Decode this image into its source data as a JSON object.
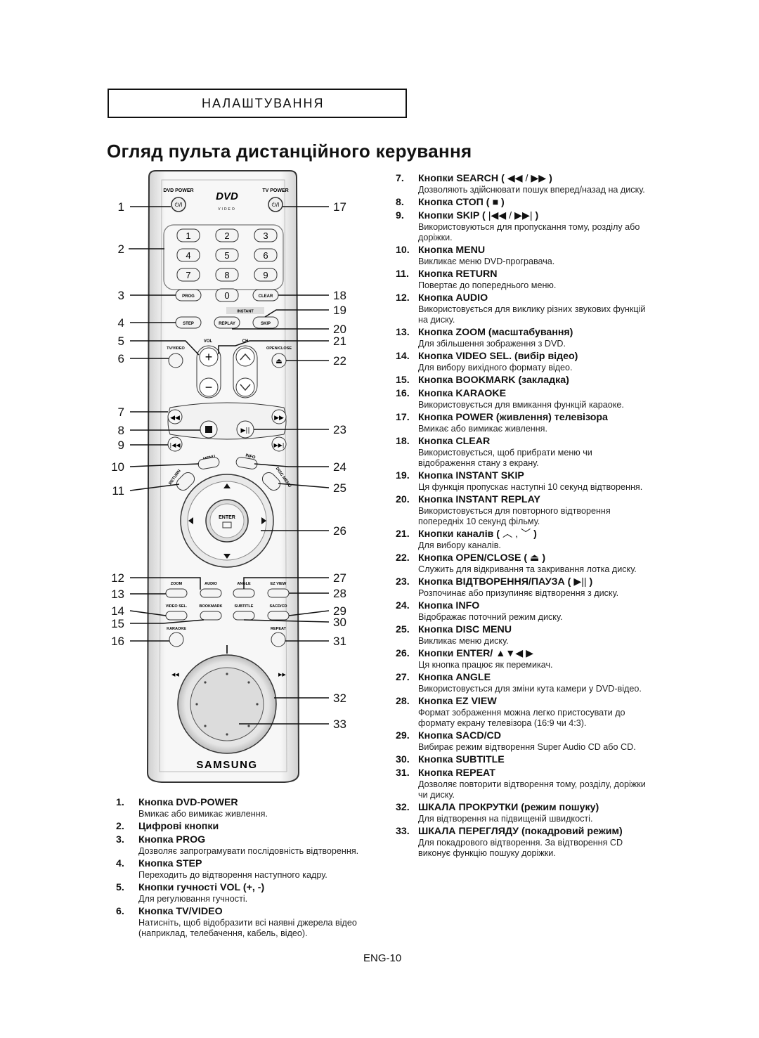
{
  "header": {
    "section": "Налаштування",
    "section_display": "НАЛАШТУВАННЯ",
    "title": "Огляд пульта дистанційного керування"
  },
  "remote": {
    "callouts_left": [
      "1",
      "2",
      "3",
      "4",
      "5",
      "6",
      "7",
      "8",
      "9",
      "10",
      "11",
      "12",
      "13",
      "14",
      "15",
      "16"
    ],
    "callouts_right": [
      "17",
      "18",
      "19",
      "20",
      "21",
      "22",
      "23",
      "24",
      "25",
      "26",
      "27",
      "28",
      "29",
      "30",
      "31",
      "32",
      "33"
    ],
    "labels": {
      "dvd_power": "DVD POWER",
      "tv_power": "TV POWER",
      "dvd_logo": "DVD",
      "video": "VIDEO",
      "digits": [
        "1",
        "2",
        "3",
        "4",
        "5",
        "6",
        "7",
        "8",
        "9",
        "0"
      ],
      "prog": "PROG",
      "clear": "CLEAR",
      "instant": "INSTANT",
      "step": "STEP",
      "replay": "REPLAY",
      "skip": "SKIP",
      "vol": "VOL",
      "ch": "CH",
      "tv_video": "TV/VIDEO",
      "open_close": "OPEN/CLOSE",
      "menu": "MENU",
      "info": "INFO",
      "return": "RETURN",
      "disc_menu": "DISC MENU",
      "enter": "ENTER",
      "zoom": "ZOOM",
      "audio": "AUDIO",
      "angle": "ANGLE",
      "ez_view": "EZ VIEW",
      "video_sel": "VIDEO SEL.",
      "bookmark": "BOOKMARK",
      "subtitle": "SUBTITLE",
      "sacd_cd": "SACD/CD",
      "karaoke": "KARAOKE",
      "repeat": "REPEAT",
      "brand": "SAMSUNG"
    }
  },
  "left_items": [
    {
      "num": "1.",
      "title": "Кнопка DVD-POWER",
      "desc": "Вмикає або вимикає живлення."
    },
    {
      "num": "2.",
      "title": "Цифрові кнопки",
      "desc": ""
    },
    {
      "num": "3.",
      "title": "Кнопка PROG",
      "desc": "Дозволяє запрограмувати послідовність відтворення."
    },
    {
      "num": "4.",
      "title": "Кнопка STEP",
      "desc": "Переходить до відтворення наступного кадру."
    },
    {
      "num": "5.",
      "title": "Кнопки гучності VOL (+, -)",
      "desc": "Для регулювання гучності."
    },
    {
      "num": "6.",
      "title": "Кнопка TV/VIDEO",
      "desc": "Натисніть, щоб відобразити всі наявні джерела відео (наприклад, телебачення, кабель, відео)."
    }
  ],
  "right_items": [
    {
      "num": "7.",
      "title": "Кнопки SEARCH (",
      "icon": "◀◀ / ▶▶",
      "close": " )",
      "desc": "Дозволяють здійснювати пошук вперед/назад на диску."
    },
    {
      "num": "8.",
      "title": "Кнопка СТОП (",
      "icon": "■",
      "close": " )",
      "desc": ""
    },
    {
      "num": "9.",
      "title": "Кнопки SKIP (",
      "icon": "|◀◀ / ▶▶|",
      "close": " )",
      "desc": "Використовуються для пропускання тому, розділу або доріжки."
    },
    {
      "num": "10.",
      "title": "Кнопка MENU",
      "desc": "Викликає меню DVD-програвача."
    },
    {
      "num": "11.",
      "title": "Кнопка RETURN",
      "desc": "Повертає до попереднього меню."
    },
    {
      "num": "12.",
      "title": "Кнопка AUDIO",
      "desc": "Використовується для виклику різних звукових функцій на диску."
    },
    {
      "num": "13.",
      "title": "Кнопка ZOOM (масштабування)",
      "desc": "Для збільшення зображення з DVD."
    },
    {
      "num": "14.",
      "title": "Кнопка VIDEO SEL. (вибір відео)",
      "desc": "Для вибору вихідного формату відео."
    },
    {
      "num": "15.",
      "title": "Кнопка BOOKMARK (закладка)",
      "desc": ""
    },
    {
      "num": "16.",
      "title": "Кнопка KARAOKE",
      "desc": "Використовується для вмикання функцій караоке."
    },
    {
      "num": "17.",
      "title": "Кнопка POWER (живлення) телевізора",
      "desc": "Вмикає або вимикає живлення."
    },
    {
      "num": "18.",
      "title": "Кнопка CLEAR",
      "desc": "Використовується, щоб прибрати меню чи відображення стану з екрану."
    },
    {
      "num": "19.",
      "title": "Кнопка INSTANT SKIP",
      "desc": "Ця функція пропускає наступні 10 секунд відтворення."
    },
    {
      "num": "20.",
      "title": "Кнопка INSTANT REPLAY",
      "desc": "Використовується для повторного відтворення попередніх 10 секунд фільму."
    },
    {
      "num": "21.",
      "title": "Кнопки каналів (",
      "icon": "︿ , ﹀",
      "close": " )",
      "desc": "Для вибору каналів."
    },
    {
      "num": "22.",
      "title": "Кнопка OPEN/CLOSE (",
      "icon": "⏏",
      "close": " )",
      "desc": "Служить для відкривання та закривання лотка диску."
    },
    {
      "num": "23.",
      "title": "Кнопка ВІДТВОРЕННЯ/ПАУЗА (",
      "icon": "▶||",
      "close": " )",
      "desc": "Розпочинає або призупиняє відтворення з диску."
    },
    {
      "num": "24.",
      "title": "Кнопка INFO",
      "desc": "Відображає поточний режим диску."
    },
    {
      "num": "25.",
      "title": "Кнопка DISC MENU",
      "desc": "Викликає меню диску."
    },
    {
      "num": "26.",
      "title": "Кнопки ENTER/",
      "icon": "▲▼◀ ▶",
      "close": "",
      "desc": "Ця кнопка працює як перемикач."
    },
    {
      "num": "27.",
      "title": "Кнопка ANGLE",
      "desc": "Використовується для зміни кута камери у DVD-відео."
    },
    {
      "num": "28.",
      "title": "Кнопка EZ VIEW",
      "desc": "Формат зображення можна легко пристосувати до формату екрану телевізора (16:9 чи 4:3)."
    },
    {
      "num": "29.",
      "title": "Кнопка SACD/CD",
      "desc": "Вибирає режим відтворення Super Audio CD або CD."
    },
    {
      "num": "30.",
      "title": "Кнопка SUBTITLE",
      "desc": ""
    },
    {
      "num": "31.",
      "title": "Кнопка REPEAT",
      "desc": "Дозволяє повторити відтворення тому, розділу, доріжки чи диску."
    },
    {
      "num": "32.",
      "title": "ШКАЛА ПРОКРУТКИ (режим пошуку)",
      "desc": "Для відтворення на підвищеній швидкості."
    },
    {
      "num": "33.",
      "title": "ШКАЛА ПЕРЕГЛЯДУ (покадровий режим)",
      "desc": "Для покадрового відтворення. За відтворення CD виконує функцію пошуку доріжки."
    }
  ],
  "footer": {
    "page_number": "ENG-10"
  }
}
